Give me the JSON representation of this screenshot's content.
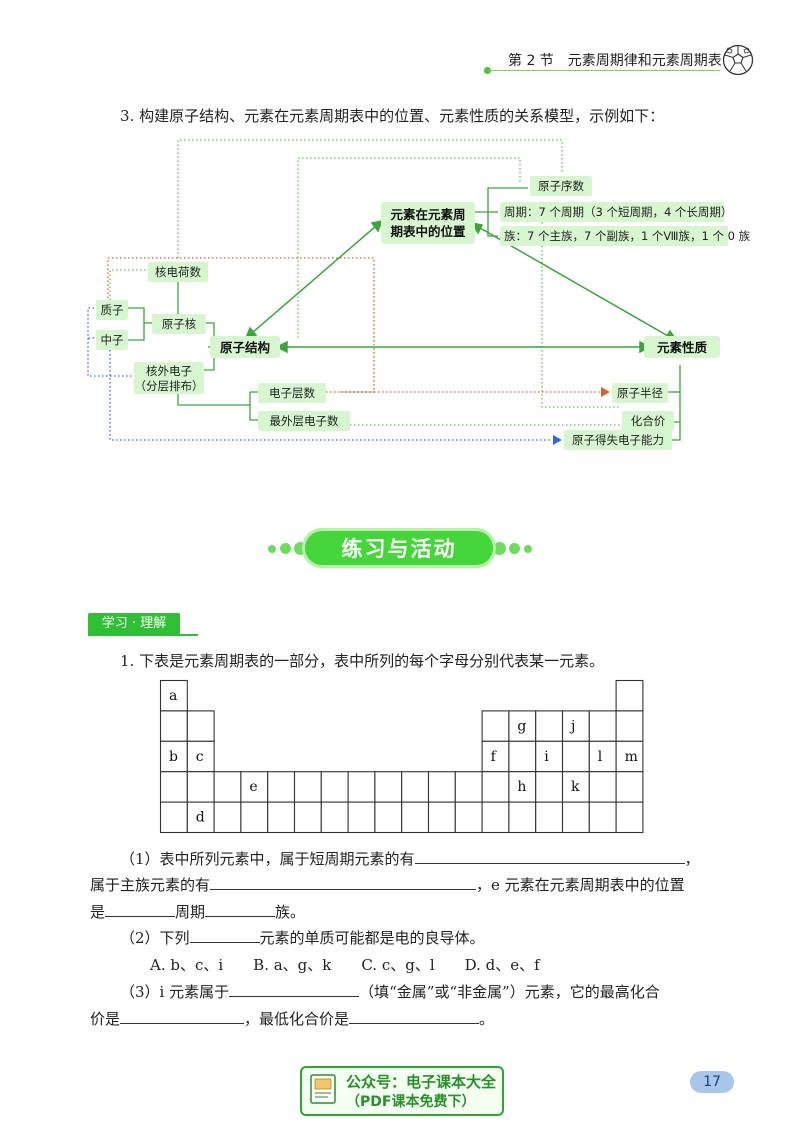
{
  "header": {
    "title": "第 2 节　元素周期律和元素周期表"
  },
  "intro": "3. 构建原子结构、元素在元素周期表中的位置、元素性质的关系模型，示例如下：",
  "diagram": {
    "position_line1": "元素在元素周",
    "position_line2": "期表中的位置",
    "atomic_number": "原子序数",
    "period": "周期：7 个周期（3 个短周期，4 个长周期）",
    "group": "族：7 个主族，7 个副族，1 个Ⅷ族，1 个 0 族",
    "nuclear_charge": "核电荷数",
    "proton": "质子",
    "neutron": "中子",
    "nucleus": "原子核",
    "atomic_structure": "原子结构",
    "element_property": "元素性质",
    "electrons_line1": "核外电子",
    "electrons_line2": "（分层排布）",
    "shells": "电子层数",
    "outer_electrons": "最外层电子数",
    "radius": "原子半径",
    "valence": "化合价",
    "gain_lose": "原子得失电子能力"
  },
  "banner": "练习与活动",
  "section_tag": "学习 · 理解",
  "question1": "1. 下表是元素周期表的一部分，表中所列的每个字母分别代表某一元素。",
  "table_letters": [
    "a",
    "g",
    "j",
    "b",
    "c",
    "f",
    "i",
    "l",
    "m",
    "e",
    "h",
    "k",
    "d"
  ],
  "q1_part1": {
    "a": "（1）表中所列元素中，属于短周期元素的有",
    "a_end": "，",
    "b": "属于主族元素的有",
    "b_end": "，e 元素在元素周期表中的位置",
    "c": "是",
    "c_mid": "周期",
    "c_end": "族。"
  },
  "q1_part2": {
    "text_a": "（2）下列",
    "text_b": "元素的单质可能都是电的良导体。",
    "options": "A. b、c、i　　B. a、g、k　　C. c、g、l　　D. d、e、f"
  },
  "q1_part3": {
    "a": "（3）i 元素属于",
    "a_end": "（填“金属”或“非金属”）元素，它的最高化合",
    "b": "价是",
    "b_mid": "，最低化合价是",
    "b_end": "。"
  },
  "footer": {
    "line1": "公众号：电子课本大全",
    "line2": "（PDF课本免费下）"
  },
  "page_number": "17"
}
